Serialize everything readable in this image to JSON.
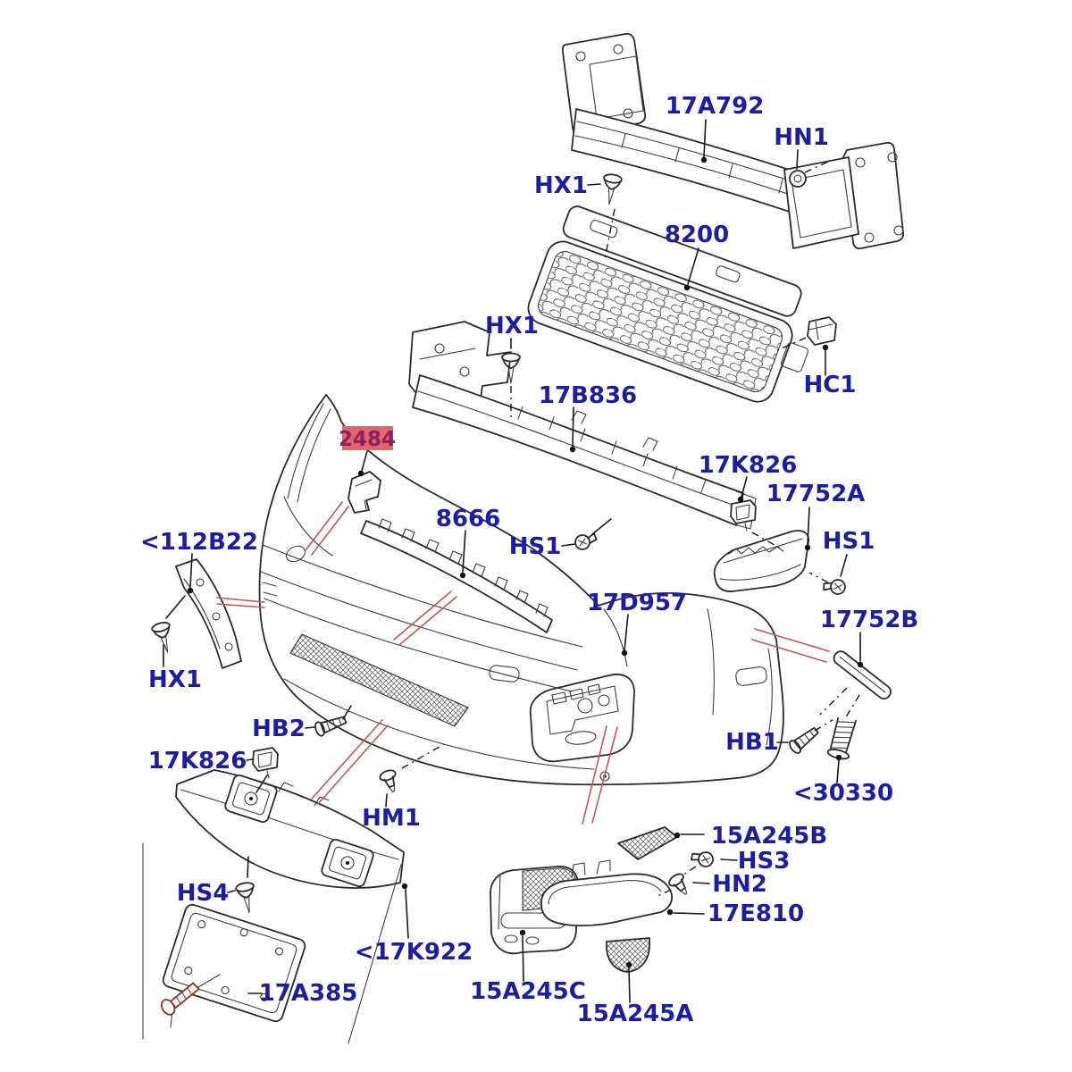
{
  "diagram": {
    "type": "exploded-parts-diagram",
    "subject": "front-bumper-assembly",
    "colors": {
      "background": "#ffffff",
      "label_text": "#1d1da0",
      "line_art": "#2b2b2b",
      "pointer_line": "#c05a57",
      "highlight_bg": "#e2646c",
      "highlight_text": "#8c2060"
    },
    "highlighted_part": "2484",
    "labels": {
      "17a792": "17A792",
      "hn1": "HN1",
      "hx1_top": "HX1",
      "8200": "8200",
      "hx1_mid": "HX1",
      "17b836": "17B836",
      "hc1": "HC1",
      "2484": "2484",
      "17k826_right": "17K826",
      "17752a": "17752A",
      "8666": "8666",
      "hs1_left": "HS1",
      "hs1_right": "HS1",
      "112b22": "<112B22",
      "17d957": "17D957",
      "17752b": "17752B",
      "hx1_left": "HX1",
      "hb2": "HB2",
      "hb1": "HB1",
      "17k826_left": "17K826",
      "30330": "<30330",
      "hm1": "HM1",
      "15a245b": "15A245B",
      "hs3": "HS3",
      "hn2": "HN2",
      "hs4": "HS4",
      "17e810": "17E810",
      "17k922": "<17K922",
      "17a385": "17A385",
      "15a245c": "15A245C",
      "15a245a": "15A245A"
    }
  }
}
